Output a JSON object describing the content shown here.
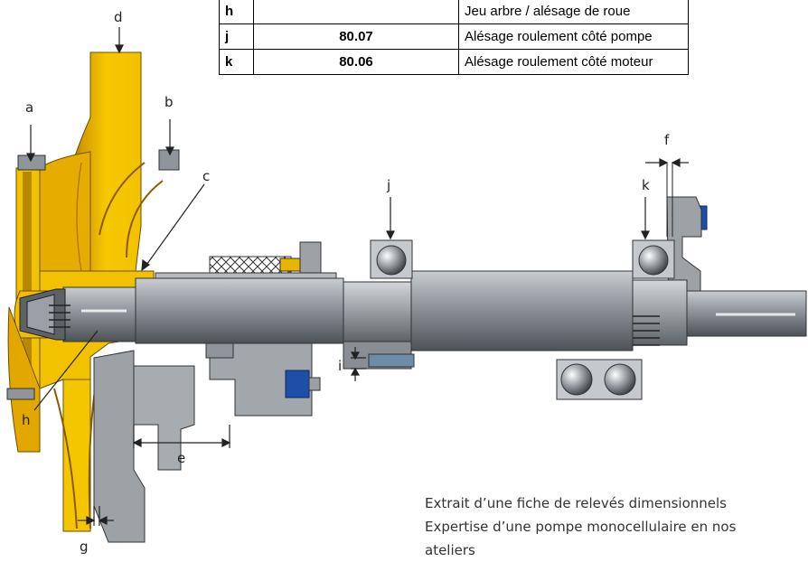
{
  "table": {
    "rows": [
      {
        "letter": "h",
        "value": "",
        "description": "Jeu arbre / alésage de roue"
      },
      {
        "letter": "j",
        "value": "80.07",
        "description": "Alésage roulement côté pompe"
      },
      {
        "letter": "k",
        "value": "80.06",
        "description": "Alésage roulement côté moteur"
      }
    ]
  },
  "labels": {
    "a": "a",
    "b": "b",
    "c": "c",
    "d": "d",
    "e": "e",
    "f": "f",
    "g": "g",
    "h": "h",
    "i": "i",
    "j": "j",
    "k": "k"
  },
  "caption": {
    "line1": "Extrait d’une fiche de relevés dimensionnels",
    "line2": "Expertise d’une pompe monocellulaire en nos",
    "line3": "ateliers"
  },
  "colors": {
    "impeller_yellow": "#f2c200",
    "impeller_dark": "#b07a00",
    "shaft_gray": "#8d939a",
    "casing_gray": "#9da2a7",
    "bolt_blue": "#1d4fa8"
  }
}
